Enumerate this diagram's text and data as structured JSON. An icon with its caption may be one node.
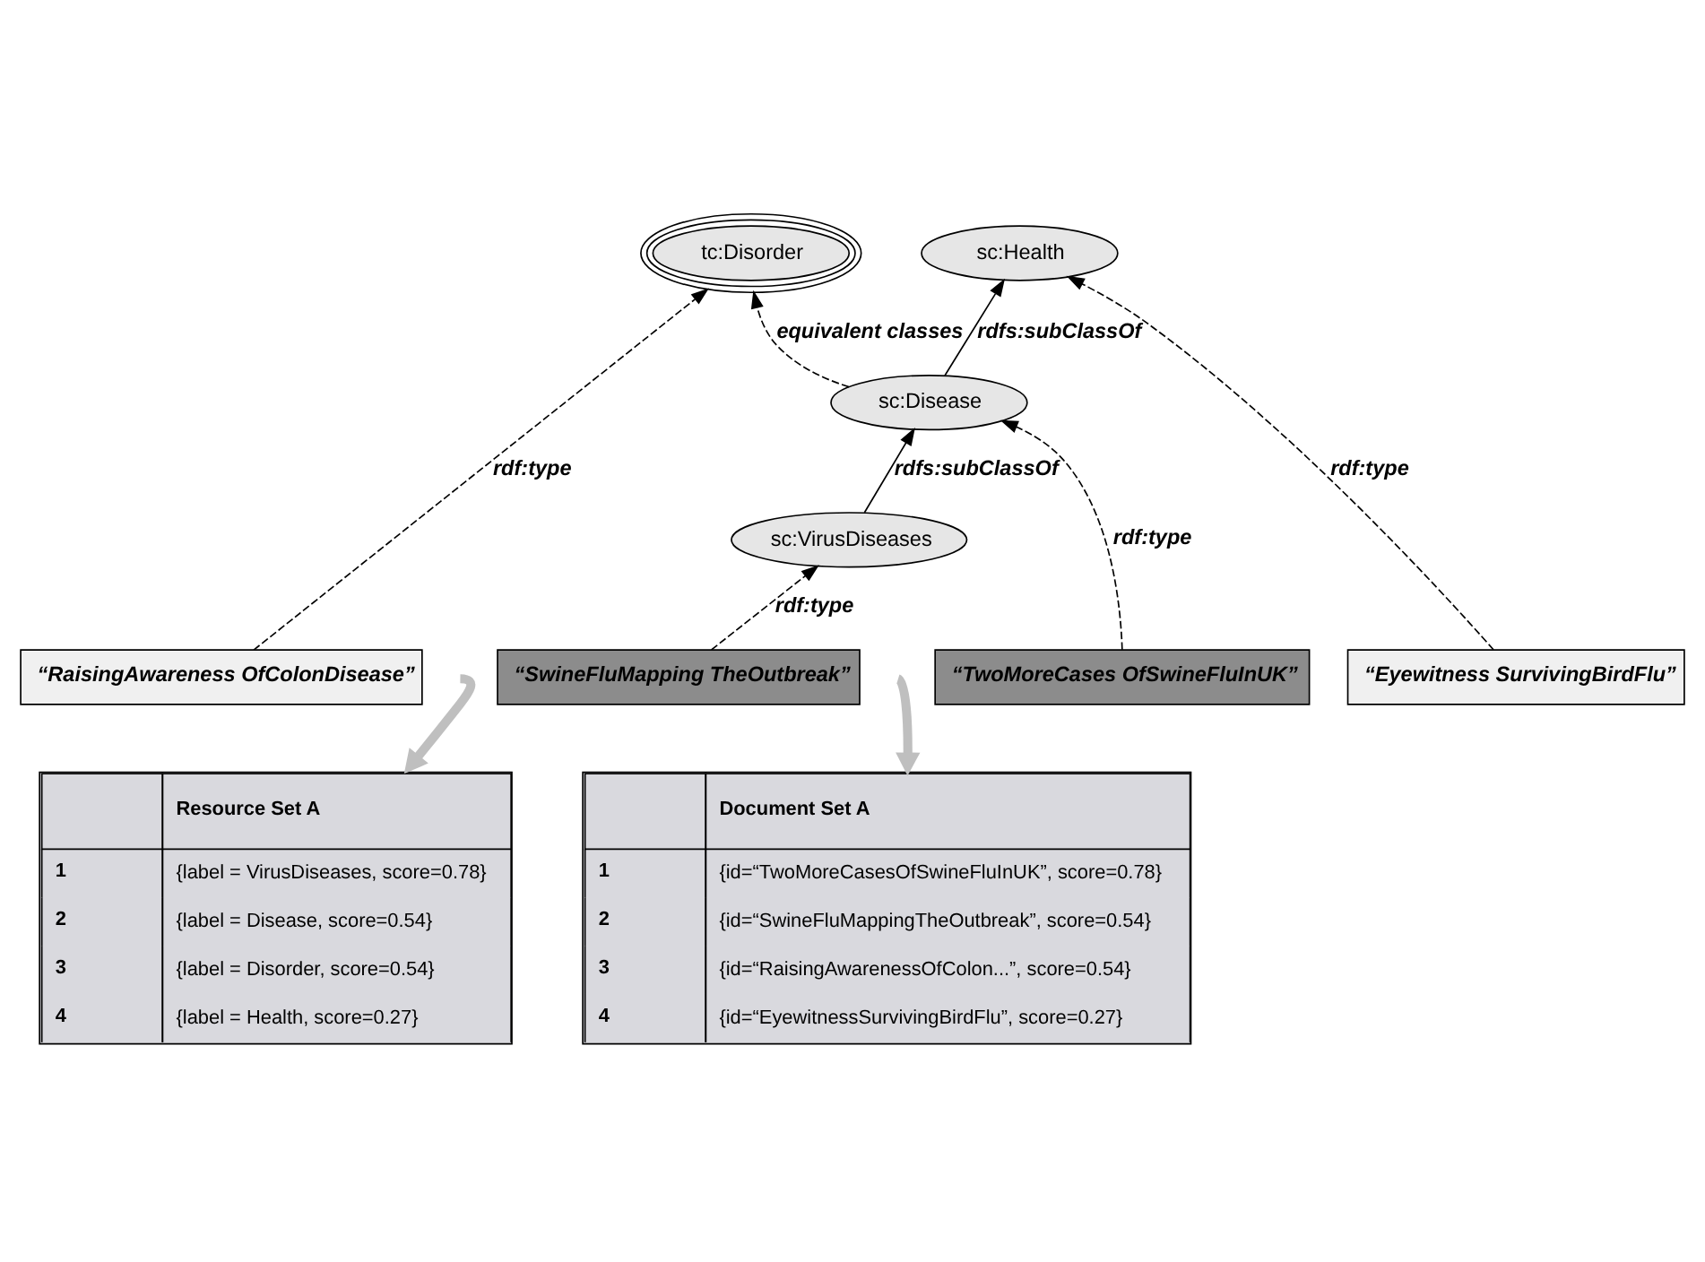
{
  "diagram": {
    "nodes": [
      {
        "text": [
          "sc:Health"
        ]
      },
      {
        "text": [
          "sc:Disease"
        ]
      },
      {
        "text": [
          "tc:Disorder"
        ]
      },
      {
        "text": [
          "sc:VirusDiseases"
        ]
      },
      {
        "text": [
          "“SwineFluMapping TheOutbreak”"
        ]
      },
      {
        "text": [
          "“TwoMoreCases OfSwineFluInUK”"
        ]
      },
      {
        "text": [
          "“Eyewitness SurvivingBirdFlu”"
        ]
      },
      {
        "text": [
          "“RaisingAwareness OfColonDisease”"
        ]
      },
      {
        "text": [
          "Document Set A",
          "1",
          "{id=“TwoMoreCasesOfSwineFluInUK”, score=0.78}",
          "2",
          "{id=“SwineFluMappingTheOutbreak”, score=0.54}",
          "3",
          "{id=“RaisingAwarenessOfColon...”, score=0.54}",
          "4",
          "{id=“EyewitnessSurvivingBirdFlu”, score=0.27}"
        ]
      },
      {
        "text": [
          "Resource Set A",
          "1",
          "{label = VirusDiseases, score=0.78}",
          "2",
          "{label = Disease, score=0.54}",
          "3",
          "{label = Disorder, score=0.54}",
          "4",
          "{label = Health, score=0.27}"
        ]
      }
    ],
    "edges": [
      {
        "from": 1,
        "to": 0,
        "arrow": "to",
        "label": "rdfs:subClassOf"
      },
      {
        "from": 3,
        "to": 1,
        "arrow": "to",
        "label": "rdfs:subClassOf"
      },
      {
        "from": 1,
        "to": 2,
        "arrow": "to",
        "label": "equivalent classes",
        "style": "dashed"
      },
      {
        "from": 4,
        "to": 3,
        "arrow": "to",
        "label": "rdf:type",
        "style": "dashed"
      },
      {
        "from": 5,
        "to": 1,
        "arrow": "to",
        "label": "rdf:type",
        "style": "dashed"
      },
      {
        "from": 6,
        "to": 0,
        "arrow": "to",
        "label": "rdf:type",
        "style": "dashed"
      },
      {
        "from": 7,
        "to": 2,
        "arrow": "to",
        "label": "rdf:type",
        "style": "dashed"
      },
      {
        "from": null,
        "to": 8,
        "arrow": "to",
        "style": "thick",
        "color": "#bfbfbf"
      },
      {
        "from": null,
        "to": 9,
        "arrow": "to",
        "style": "thick",
        "color": "#bfbfbf"
      }
    ]
  }
}
